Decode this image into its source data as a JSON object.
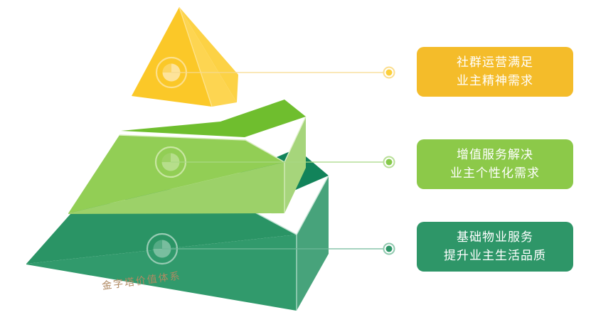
{
  "diagram": {
    "caption": "金字塔价值体系",
    "caption_color": "#B08A63",
    "background": "#FFFFFF",
    "levels": [
      {
        "id": "top",
        "name": "community-operations",
        "line1": "社群运营满足",
        "line2": "业主精神需求",
        "color": "#F4BC2A",
        "face_left": "#FBC828",
        "face_right": "#FDD551",
        "icon": "target-circle-icon",
        "connector_dot_fill": "#FCCF3C",
        "connector_dot_ring": "#FBDE8E",
        "connector_line": "#F6D98E"
      },
      {
        "id": "middle",
        "name": "value-added-services",
        "line1": "增值服务解决",
        "line2": "业主个性化需求",
        "color": "#8CC949",
        "face_top": "#92CE55",
        "face_left": "#9CD169",
        "face_right": "#A4D477",
        "face_rim": "#6FBE2E",
        "icon": "target-circle-icon",
        "connector_dot_fill": "#86C94B",
        "connector_dot_ring": "#B7DF96",
        "connector_line": "#A8D884"
      },
      {
        "id": "base",
        "name": "basic-property-services",
        "line1": "基础物业服务",
        "line2": "提升业主生活品质",
        "color": "#2E9668",
        "face_top": "#2A9465",
        "face_left": "#3A9C71",
        "face_right": "#4FA87F",
        "face_rim": "#12835A",
        "icon": "target-circle-icon",
        "connector_dot_fill": "#2E9668",
        "connector_dot_ring": "#8FC9AE",
        "connector_line": "#6FB999"
      }
    ]
  }
}
